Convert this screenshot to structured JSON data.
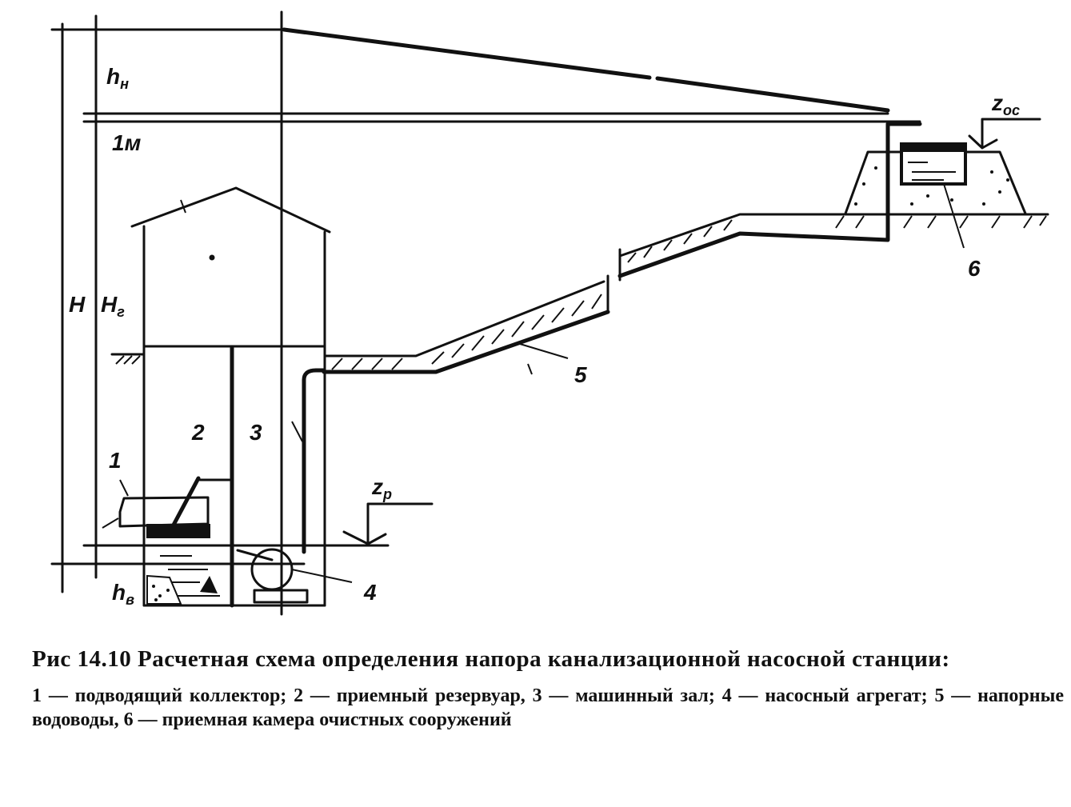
{
  "figure": {
    "labels": {
      "h_n": {
        "main": "h",
        "sub": "н"
      },
      "one_m": "1м",
      "H": "H",
      "H_g": {
        "main": "H",
        "sub": "г"
      },
      "h_v": {
        "main": "h",
        "sub": "в"
      },
      "z_p": {
        "main": "z",
        "sub": "p"
      },
      "z_oc": {
        "main": "z",
        "sub": "ос"
      },
      "n1": "1",
      "n2": "2",
      "n3": "3",
      "n4": "4",
      "n5": "5",
      "n6": "6"
    }
  },
  "caption": {
    "title": "Рис 14.10 Расчетная схема определения напора канализационной насосной станции:",
    "legend": "1 — подводящий коллектор; 2 — приемный резервуар, 3 — машинный зал; 4 — насосный агрегат; 5 — напорные водоводы, 6 — приемная камера очистных сооружений"
  }
}
